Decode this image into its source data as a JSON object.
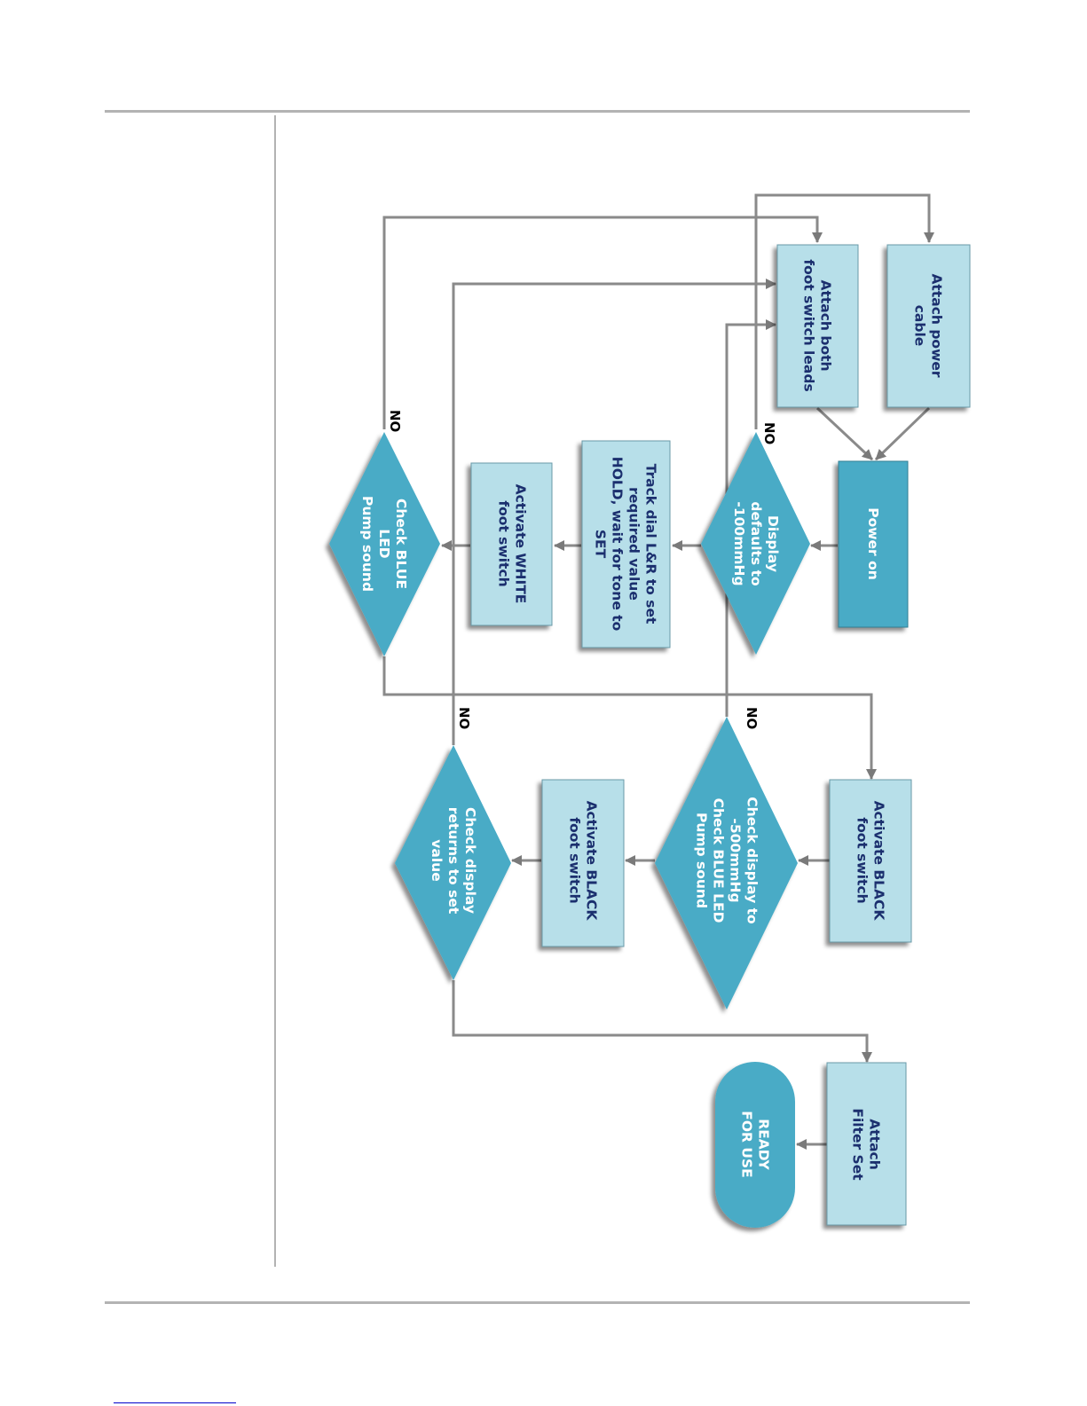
{
  "colors": {
    "light_box": "#b7dfe9",
    "dark_box": "#48abc6",
    "text_on_light": "#1b2f6e",
    "text_on_dark": "#ffffff",
    "connector": "#8a8a8a",
    "rule": "#b3b3b3"
  },
  "nodes": {
    "attach_power_cable": [
      "Attach power",
      "cable"
    ],
    "attach_foot_switch_leads": [
      "Attach both",
      "foot switch leads"
    ],
    "power_on": [
      "Power on"
    ],
    "display_defaults": [
      "Display",
      "defaults to",
      "-100mmHg"
    ],
    "track_dial": [
      "Track dial L&R to set",
      "required value",
      "HOLD, wait for tone to",
      "SET"
    ],
    "activate_white": [
      "Activate WHITE",
      "foot switch"
    ],
    "check_blue_led": [
      "Check BLUE",
      "LED",
      "Pump sound"
    ],
    "activate_black_1": [
      "Activate BLACK",
      "foot switch"
    ],
    "check_display_500": [
      "Check display to",
      "-500mmHg",
      "Check BLUE LED",
      "Pump sound"
    ],
    "activate_black_2": [
      "Activate BLACK",
      "foot switch"
    ],
    "check_display_returns": [
      "Check display",
      "returns to set",
      "value"
    ],
    "attach_filter_set": [
      "Attach",
      "Filter Set"
    ],
    "ready_for_use": [
      "READY",
      "FOR USE"
    ]
  },
  "labels": {
    "no": "NO"
  }
}
